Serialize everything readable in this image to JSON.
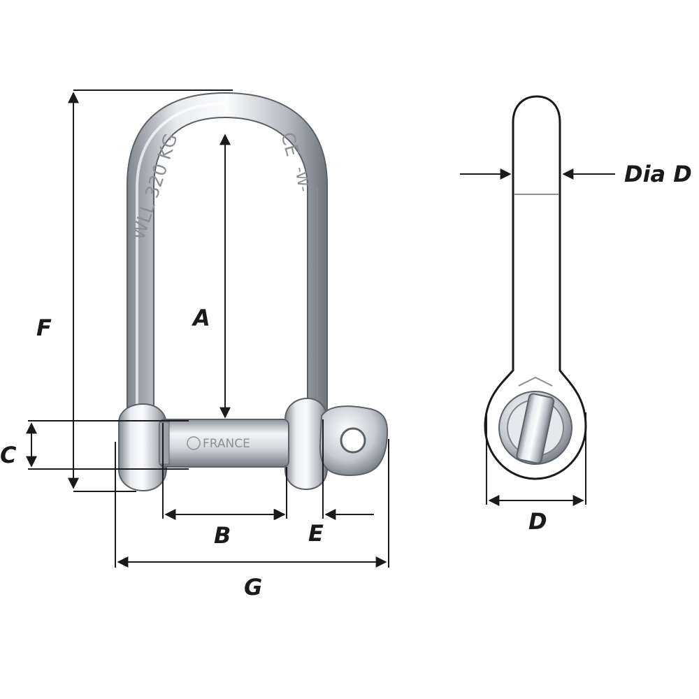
{
  "labels": {
    "a": "A",
    "b": "B",
    "c": "C",
    "d": "D",
    "e": "E",
    "f": "F",
    "g": "G",
    "dia_d": "Dia D"
  },
  "engravings": {
    "wll": "WLL 320 KG",
    "ce": "CE",
    "mark": "-W-",
    "pin": "FRANCE"
  },
  "colors": {
    "steel_dark": "#7d838b",
    "steel_mid": "#c3c8cf",
    "steel_light": "#f4f6f8",
    "line": "#1a1a1a"
  }
}
